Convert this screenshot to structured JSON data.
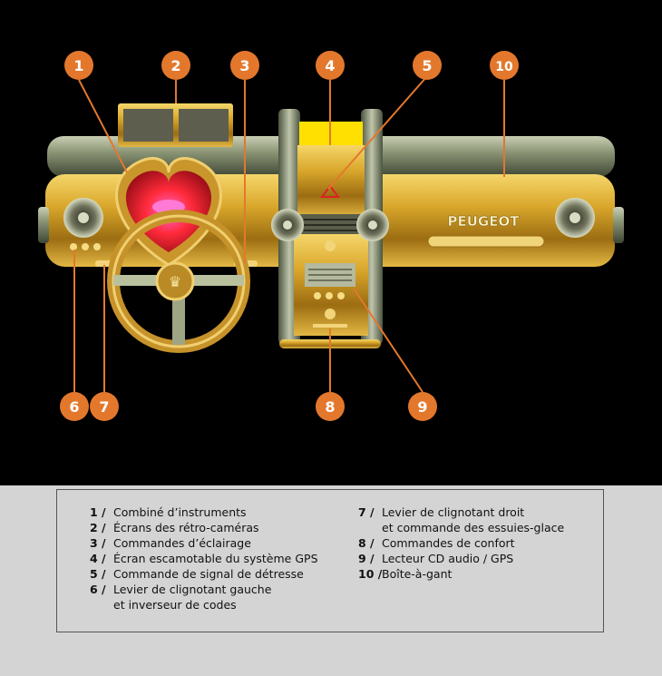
{
  "diagram": {
    "brand_badge": "PEUGEOT",
    "callouts": [
      "1",
      "2",
      "3",
      "4",
      "5",
      "10",
      "6",
      "7",
      "8",
      "9"
    ]
  },
  "legend": [
    {
      "num": "1 /",
      "lines": [
        "Combiné d’instruments"
      ]
    },
    {
      "num": "2 /",
      "lines": [
        "Écrans des rétro-caméras"
      ]
    },
    {
      "num": "3 /",
      "lines": [
        "Commandes d’éclairage"
      ]
    },
    {
      "num": "4 /",
      "lines": [
        "Écran escamotable du système GPS"
      ]
    },
    {
      "num": "5 /",
      "lines": [
        "Commande de signal de détresse"
      ]
    },
    {
      "num": "6 /",
      "lines": [
        "Levier de clignotant gauche",
        "et inverseur de codes"
      ]
    },
    {
      "num": "7 /",
      "lines": [
        "Levier de clignotant droit",
        "et commande des essuies-glace"
      ]
    },
    {
      "num": "8 /",
      "lines": [
        "Commandes de confort"
      ]
    },
    {
      "num": "9 /",
      "lines": [
        "Lecteur CD audio / GPS"
      ]
    },
    {
      "num": "10 /",
      "lines": [
        "Boîte-à-gant"
      ]
    }
  ],
  "colors": {
    "callout": "#e3782d",
    "gold": "#d7a52a",
    "silver": "#8f9a7a",
    "display_red": "#ff2a3a",
    "legend_bg": "#d4d4d4"
  }
}
